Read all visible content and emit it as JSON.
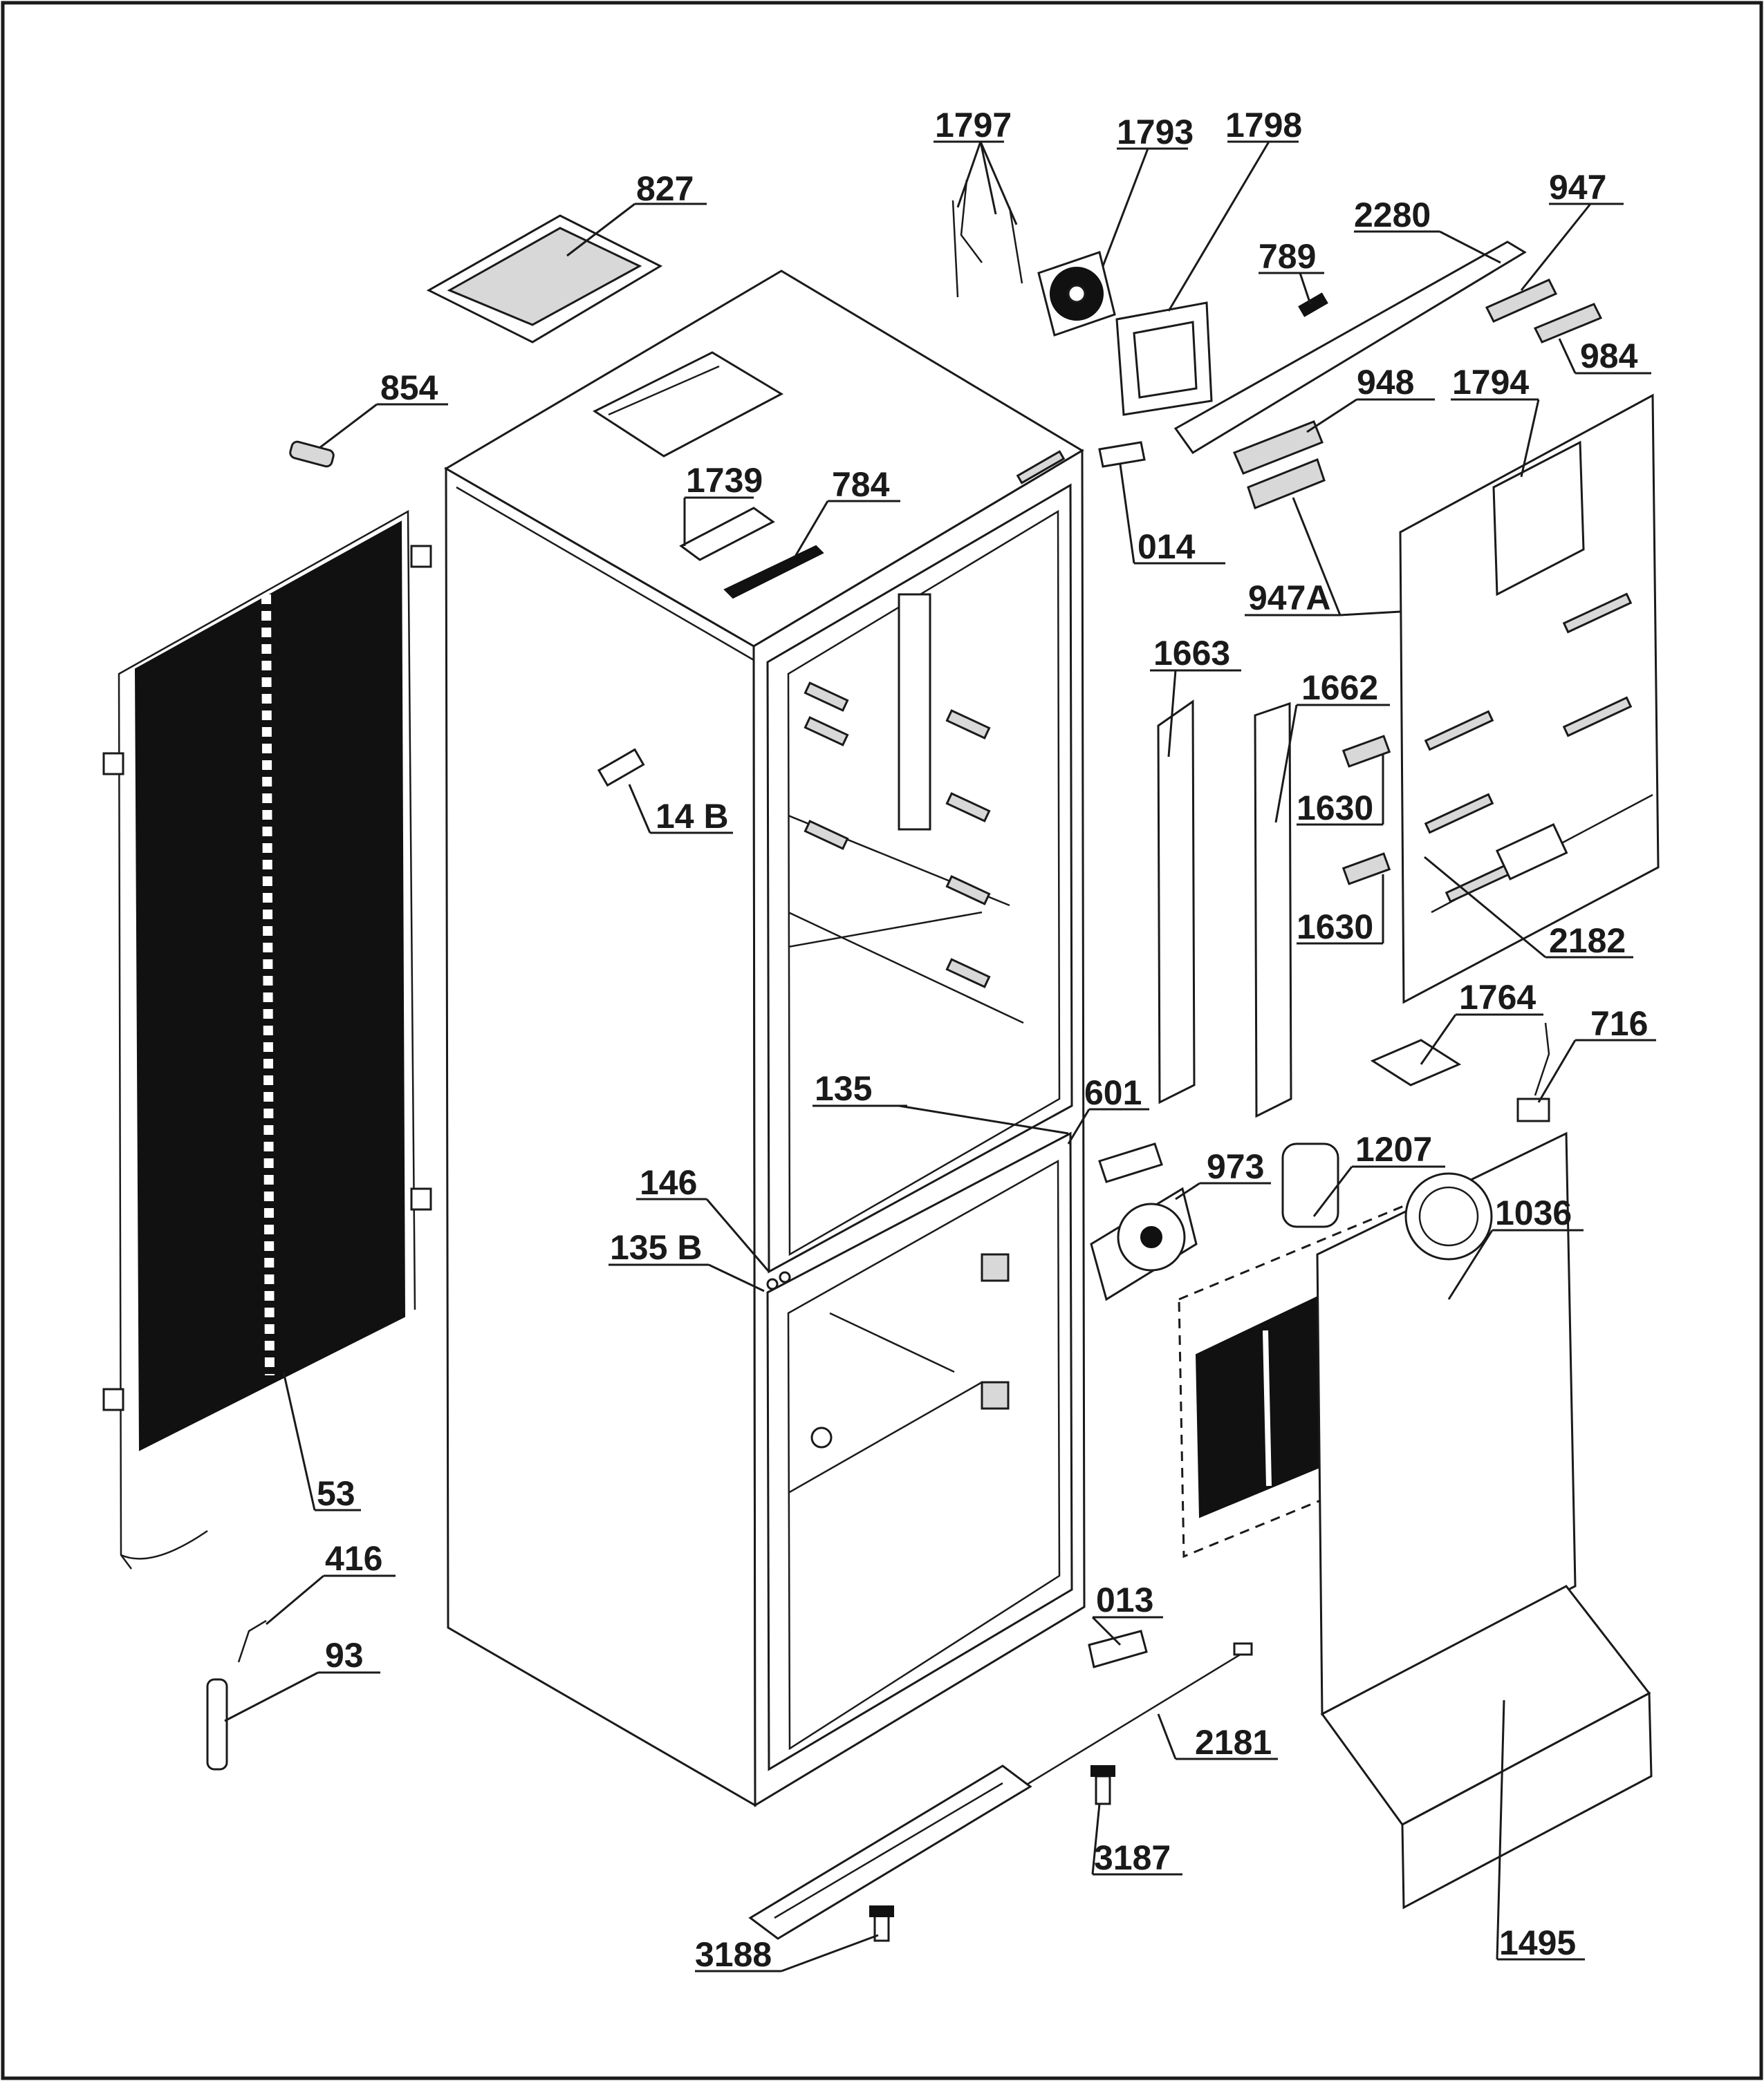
{
  "labels": {
    "p827": "827",
    "p854": "854",
    "p1797": "1797",
    "p1793": "1793",
    "p1798": "1798",
    "p2280": "2280",
    "p947": "947",
    "p789": "789",
    "p984": "984",
    "p948": "948",
    "p1794": "1794",
    "p1739": "1739",
    "p784": "784",
    "p014": "014",
    "p947A": "947A",
    "p1663": "1663",
    "p1662": "1662",
    "p14B": "14 B",
    "p1630a": "1630",
    "p1630b": "1630",
    "p2182": "2182",
    "p1764": "1764",
    "p716": "716",
    "p135": "135",
    "p601": "601",
    "p146": "146",
    "p973": "973",
    "p1207": "1207",
    "p135B": "135 B",
    "p1036": "1036",
    "p53": "53",
    "p416": "416",
    "p013": "013",
    "p93": "93",
    "p2181": "2181",
    "p3187": "3187",
    "p1495": "1495",
    "p3188": "3188"
  }
}
